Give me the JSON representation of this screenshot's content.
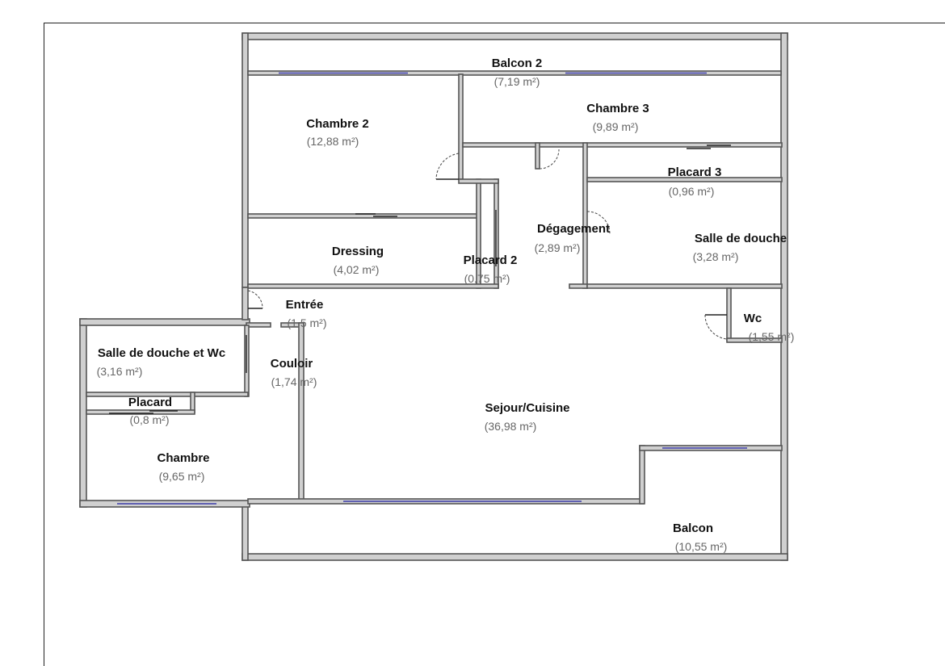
{
  "rooms": [
    {
      "id": "balcon-2",
      "name": "Balcon 2",
      "area": "(7,19 m²)"
    },
    {
      "id": "chambre-3",
      "name": "Chambre 3",
      "area": "(9,89 m²)"
    },
    {
      "id": "chambre-2",
      "name": "Chambre 2",
      "area": "(12,88 m²)"
    },
    {
      "id": "placard-3",
      "name": "Placard 3",
      "area": "(0,96 m²)"
    },
    {
      "id": "degagement",
      "name": "Dégagement",
      "area": "(2,89 m²)"
    },
    {
      "id": "salle-de-douche",
      "name": "Salle de douche",
      "area": "(3,28 m²)"
    },
    {
      "id": "dressing",
      "name": "Dressing",
      "area": "(4,02 m²)"
    },
    {
      "id": "placard-2",
      "name": "Placard 2",
      "area": "(0,75 m²)"
    },
    {
      "id": "entree",
      "name": "Entrée",
      "area": "(1,5 m²)"
    },
    {
      "id": "wc",
      "name": "Wc",
      "area": "(1,55 m²)"
    },
    {
      "id": "salle-de-douche-et-wc",
      "name": "Salle de douche et Wc",
      "area": "(3,16 m²)"
    },
    {
      "id": "couloir",
      "name": "Couloir",
      "area": "(1,74 m²)"
    },
    {
      "id": "placard",
      "name": "Placard",
      "area": "(0,8 m²)"
    },
    {
      "id": "sejour-cuisine",
      "name": "Sejour/Cuisine",
      "area": "(36,98 m²)"
    },
    {
      "id": "chambre",
      "name": "Chambre",
      "area": "(9,65 m²)"
    },
    {
      "id": "balcon",
      "name": "Balcon",
      "area": "(10,55 m²)"
    }
  ]
}
